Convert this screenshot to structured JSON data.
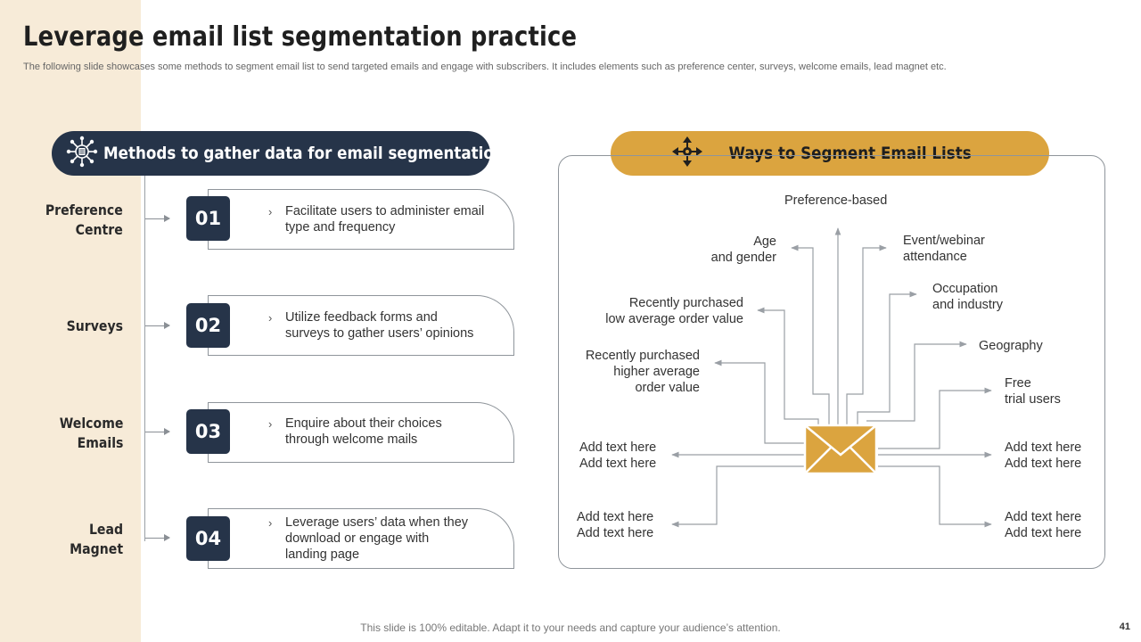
{
  "slide": {
    "title": "Leverage email list segmentation practice",
    "subtitle": "The following slide showcases some methods to segment email list to send targeted emails and engage with subscribers. It includes elements such as preference center, surveys, welcome emails, lead magnet etc.",
    "footer": "This slide is 100% editable. Adapt it to your needs and capture your audience’s attention.",
    "page_number": "41"
  },
  "methods": {
    "header": "Methods to gather data for email segmentation",
    "items": [
      {
        "label_line1": "Preference",
        "label_line2": "Centre",
        "number": "01",
        "bullet": "›",
        "text_line1": "Facilitate users to administer email",
        "text_line2": "type and frequency",
        "text_line3": ""
      },
      {
        "label_line1": "Surveys",
        "label_line2": "",
        "number": "02",
        "bullet": "›",
        "text_line1": "Utilize feedback forms and",
        "text_line2": "surveys to gather users’ opinions",
        "text_line3": ""
      },
      {
        "label_line1": "Welcome",
        "label_line2": "Emails",
        "number": "03",
        "bullet": "›",
        "text_line1": "Enquire about their choices",
        "text_line2": "through welcome mails",
        "text_line3": ""
      },
      {
        "label_line1": "Lead",
        "label_line2": "Magnet",
        "number": "04",
        "bullet": "›",
        "text_line1": "Leverage users’ data when they",
        "text_line2": "download or engage with",
        "text_line3": "landing page"
      }
    ]
  },
  "segments": {
    "header": "Ways to Segment Email Lists",
    "preference": "Preference-based",
    "age_line1": "Age",
    "age_line2": "and gender",
    "event_line1": "Event/webinar",
    "event_line2": "attendance",
    "occupation_line1": "Occupation",
    "occupation_line2": "and industry",
    "geography": "Geography",
    "free_line1": "Free",
    "free_line2": "trial users",
    "low_line1": "Recently purchased",
    "low_line2": "low average order value",
    "high_line1": "Recently purchased",
    "high_line2": "higher average",
    "high_line3": "order value",
    "add_text": "Add text here"
  },
  "colors": {
    "navy": "#263449",
    "gold": "#dba43f",
    "sidebar": "#f7ebd8"
  }
}
